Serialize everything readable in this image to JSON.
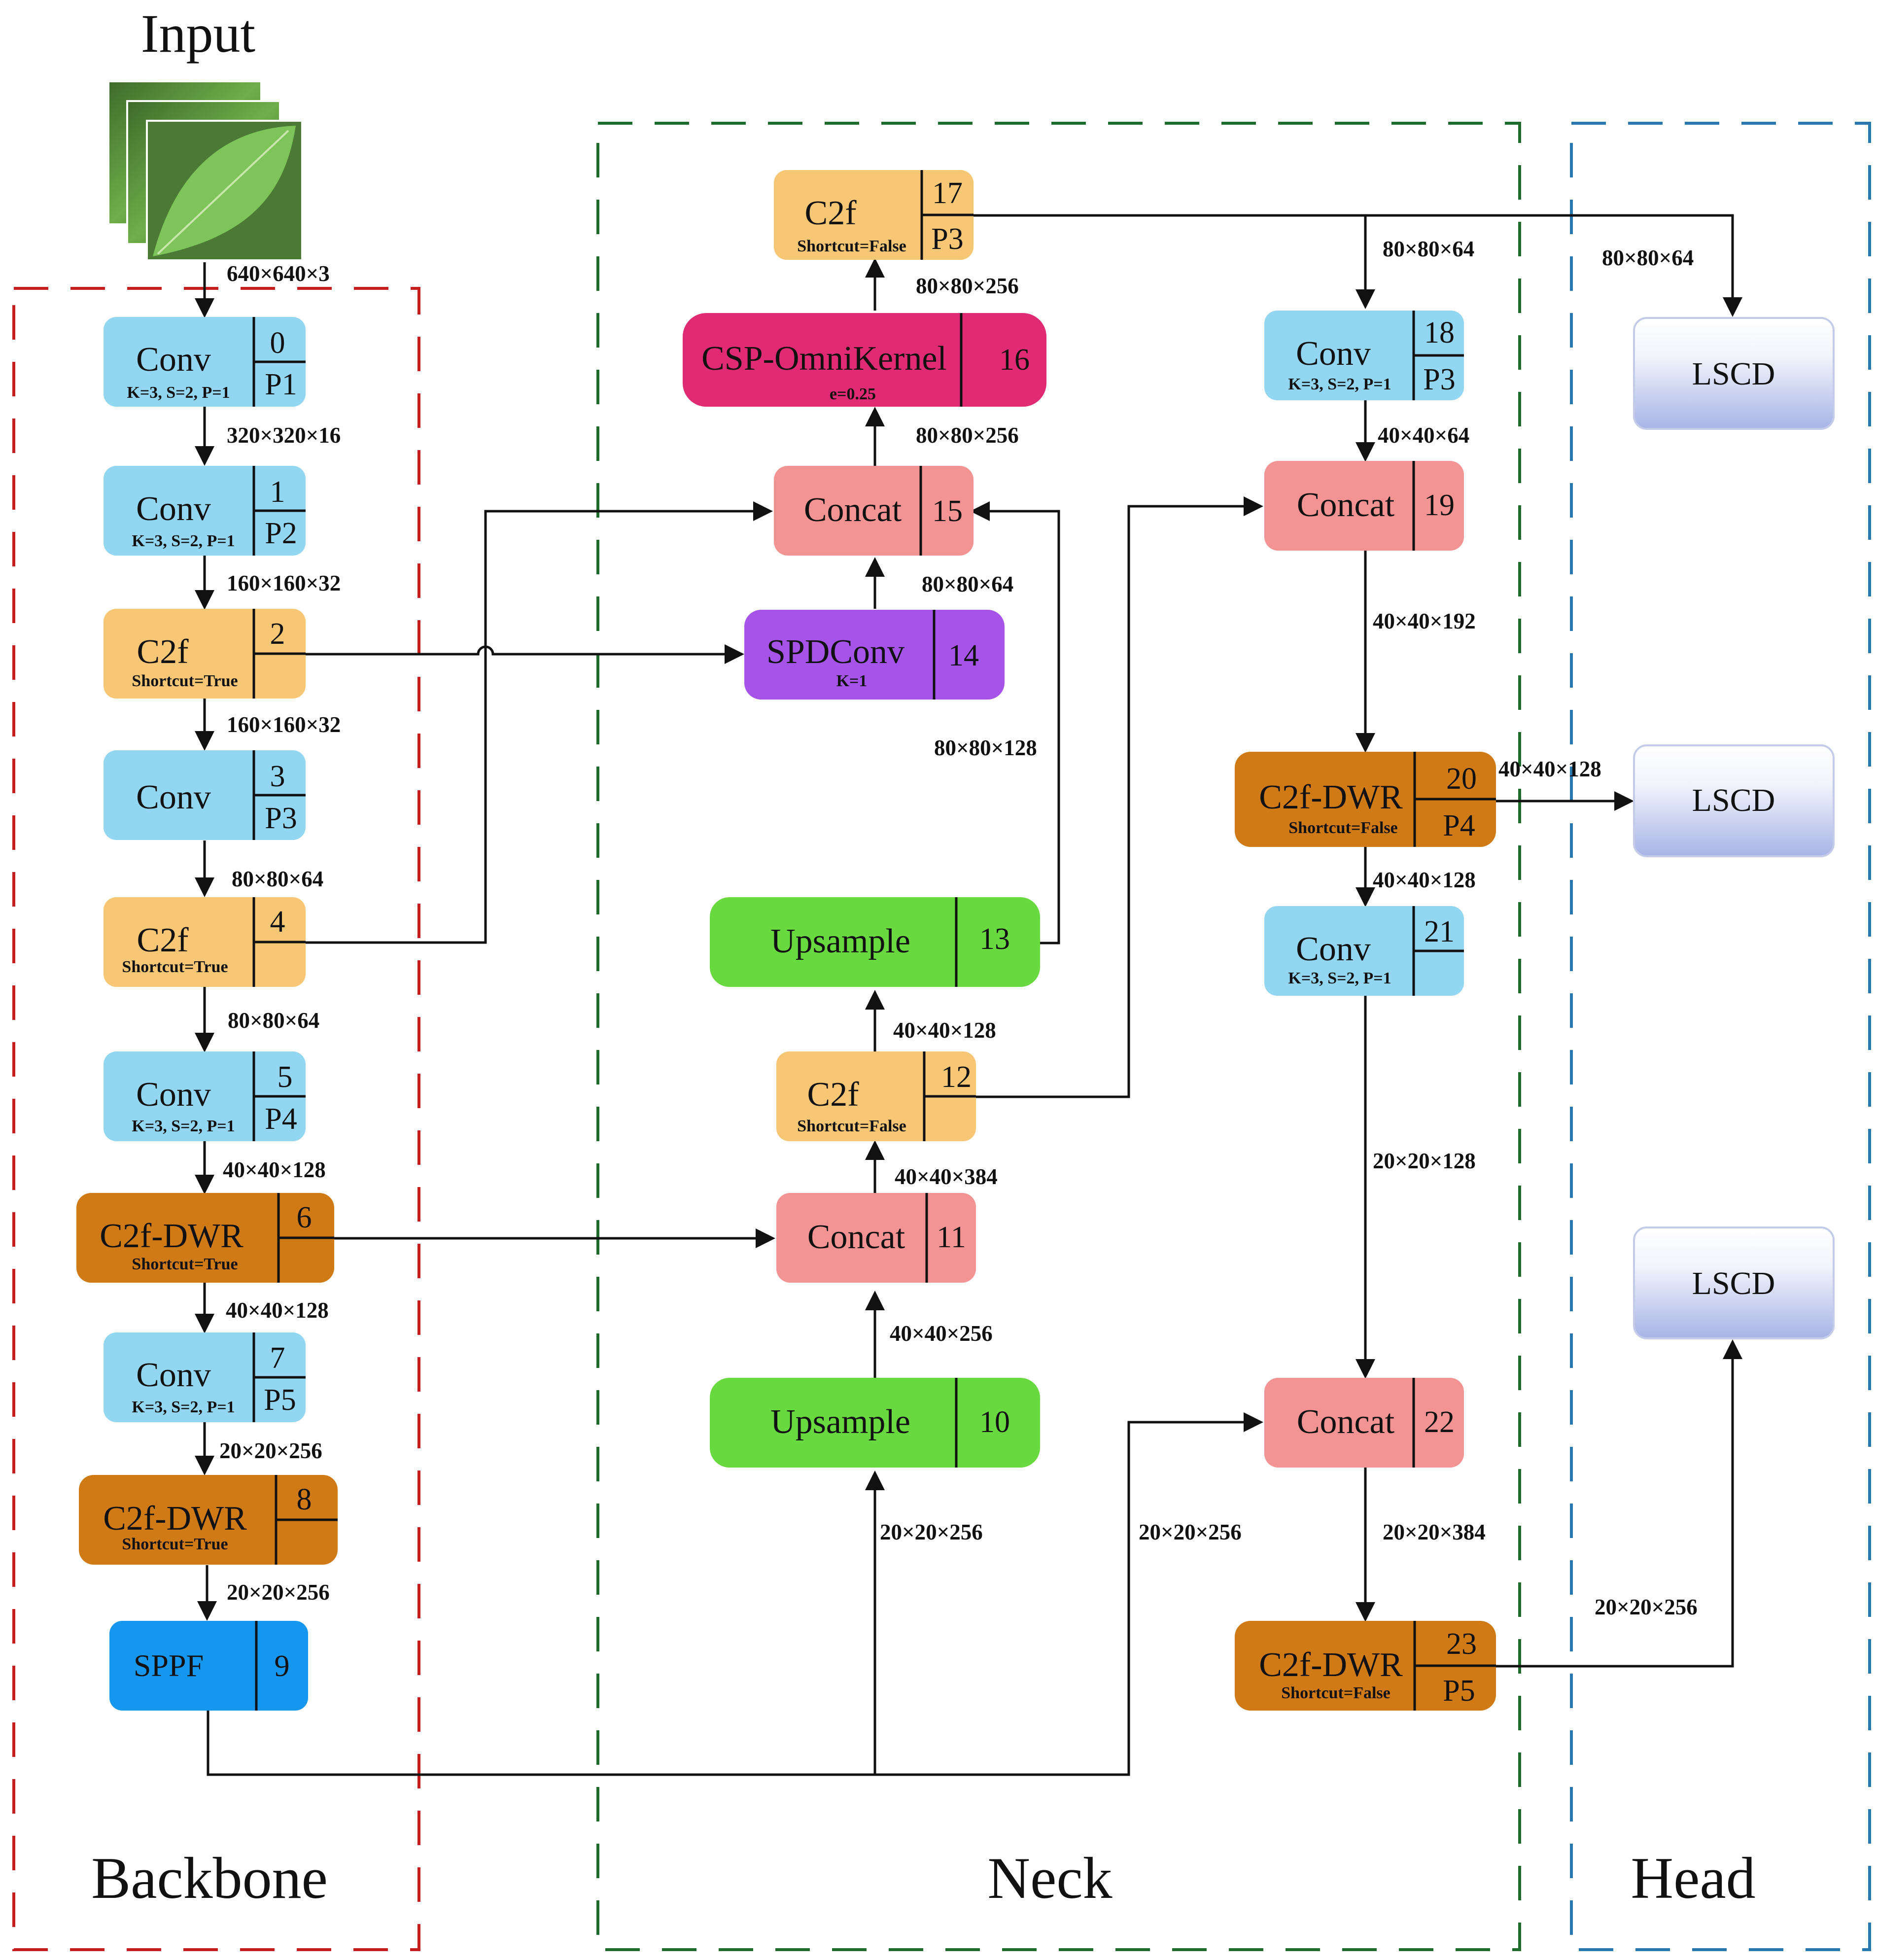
{
  "input": {
    "title": "Input",
    "shape": "640×640×3"
  },
  "regions": {
    "backbone": "Backbone",
    "neck": "Neck",
    "head": "Head"
  },
  "colors": {
    "conv": "#92d6f2",
    "c2f": "#f7c776",
    "c2f_dwr": "#cf7a14",
    "sppf": "#1597f0",
    "concat": "#f49393",
    "upsample": "#69d940",
    "spdconv": "#a653ea",
    "omnikernel": "#e02a74",
    "lscd_top": "#ffffff",
    "lscd_bottom": "#a7b4e6",
    "backbone_border": "#c41e1e",
    "neck_border": "#1e6b2d",
    "head_border": "#2877ad"
  },
  "blocks": {
    "b0": {
      "name": "Conv",
      "sub": "K=3, S=2, P=1",
      "idx": "0",
      "p": "P1"
    },
    "b1": {
      "name": "Conv",
      "sub": "K=3, S=2, P=1",
      "idx": "1",
      "p": "P2"
    },
    "b2": {
      "name": "C2f",
      "sub": "Shortcut=True",
      "idx": "2"
    },
    "b3": {
      "name": "Conv",
      "idx": "3",
      "p": "P3"
    },
    "b4": {
      "name": "C2f",
      "sub": "Shortcut=True",
      "idx": "4"
    },
    "b5": {
      "name": "Conv",
      "sub": "K=3, S=2, P=1",
      "idx": "5",
      "p": "P4"
    },
    "b6": {
      "name": "C2f-DWR",
      "sub": "Shortcut=True",
      "idx": "6"
    },
    "b7": {
      "name": "Conv",
      "sub": "K=3, S=2, P=1",
      "idx": "7",
      "p": "P5"
    },
    "b8": {
      "name": "C2f-DWR",
      "sub": "Shortcut=True",
      "idx": "8"
    },
    "b9": {
      "name": "SPPF",
      "idx": "9"
    },
    "b10": {
      "name": "Upsample",
      "idx": "10"
    },
    "b11": {
      "name": "Concat",
      "idx": "11"
    },
    "b12": {
      "name": "C2f",
      "sub": "Shortcut=False",
      "idx": "12"
    },
    "b13": {
      "name": "Upsample",
      "idx": "13"
    },
    "b14": {
      "name": "SPDConv",
      "sub": "K=1",
      "idx": "14"
    },
    "b15": {
      "name": "Concat",
      "idx": "15"
    },
    "b16": {
      "name": "CSP-OmniKernel",
      "sub": "e=0.25",
      "idx": "16"
    },
    "b17": {
      "name": "C2f",
      "sub": "Shortcut=False",
      "idx": "17",
      "p": "P3"
    },
    "b18": {
      "name": "Conv",
      "sub": "K=3, S=2, P=1",
      "idx": "18",
      "p": "P3"
    },
    "b19": {
      "name": "Concat",
      "idx": "19"
    },
    "b20": {
      "name": "C2f-DWR",
      "sub": "Shortcut=False",
      "idx": "20",
      "p": "P4"
    },
    "b21": {
      "name": "Conv",
      "sub": "K=3, S=2, P=1",
      "idx": "21"
    },
    "b22": {
      "name": "Concat",
      "idx": "22"
    },
    "b23": {
      "name": "C2f-DWR",
      "sub": "Shortcut=False",
      "idx": "23",
      "p": "P5"
    }
  },
  "lscd": {
    "top": "LSCD",
    "mid": "LSCD",
    "bottom": "LSCD"
  },
  "dims": {
    "d0_1": "320×320×16",
    "d1_2": "160×160×32",
    "d2_3": "160×160×32",
    "d3_4": "80×80×64",
    "d4_5": "80×80×64",
    "d5_6": "40×40×128",
    "d6_7": "40×40×128",
    "d7_8": "20×20×256",
    "d8_9": "20×20×256",
    "d9_10": "20×20×256",
    "d9_22": "20×20×256",
    "d10_11": "40×40×256",
    "d11_12": "40×40×384",
    "d12_13": "40×40×128",
    "d13_15": "80×80×128",
    "d14_15": "80×80×64",
    "d15_16": "80×80×256",
    "d16_17": "80×80×256",
    "d17_18": "80×80×64",
    "d17_head": "80×80×64",
    "d18_19": "40×40×64",
    "d19_20": "40×40×192",
    "d20_head": "40×40×128",
    "d20_21": "40×40×128",
    "d21_22": "20×20×128",
    "d22_23": "20×20×384",
    "d23_head": "20×20×256"
  }
}
